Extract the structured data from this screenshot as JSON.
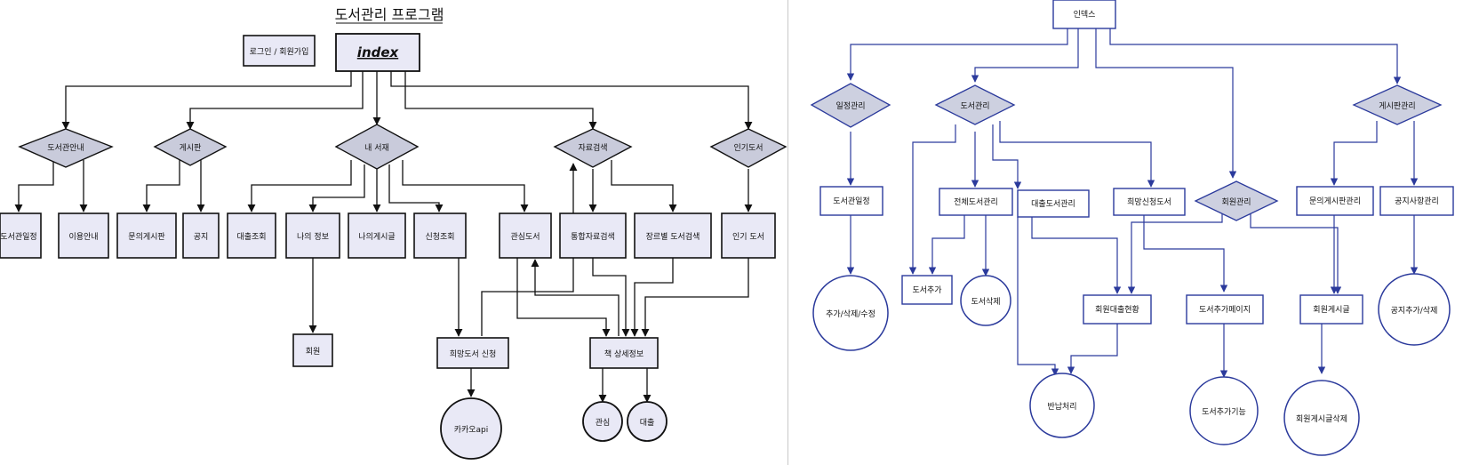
{
  "left_diagram": {
    "title": "도서관리 프로그램",
    "nodes": {
      "login": "로그인 / 회원가입",
      "index": "index",
      "d_library": "도서관안내",
      "d_board": "게시판",
      "d_mybooks": "내 서재",
      "d_search": "자료검색",
      "d_popular": "인기도서",
      "r_schedule": "도서관일정",
      "r_guide": "이용안내",
      "r_inquiry": "문의게시판",
      "r_notice": "공지",
      "r_loan": "대출조회",
      "r_myinfo": "나의 정보",
      "r_mypost": "나의게시글",
      "r_apply": "신청조회",
      "r_interest": "관심도서",
      "r_unified": "통합자료검색",
      "r_genre": "장르별 도서검색",
      "r_popular": "인기 도서",
      "member": "회원",
      "wish": "희망도서 신청",
      "detail": "책 상세정보",
      "kakao": "카카오api",
      "like": "관심",
      "borrow": "대출"
    }
  },
  "right_diagram": {
    "nodes": {
      "index": "인덱스",
      "d_schedule": "일정관리",
      "d_books": "도서관리",
      "d_member": "회원관리",
      "d_board": "게시판관리",
      "lib_schedule": "도서관일정",
      "all_books": "전체도서관리",
      "loan_books": "대출도서관리",
      "wish_books": "희망신청도서",
      "inquiry_mgmt": "문의게시판관리",
      "notice_mgmt": "공지사항관리",
      "crud": "추가/삭제/수정",
      "book_add": "도서추가",
      "book_del": "도서삭제",
      "member_loan": "회원대출현황",
      "add_page": "도서추가페이지",
      "member_post": "회원게시글",
      "notice_crud": "공지추가/삭제",
      "return": "반납처리",
      "add_func": "도서추가기능",
      "post_del": "회원게시글삭제"
    }
  }
}
